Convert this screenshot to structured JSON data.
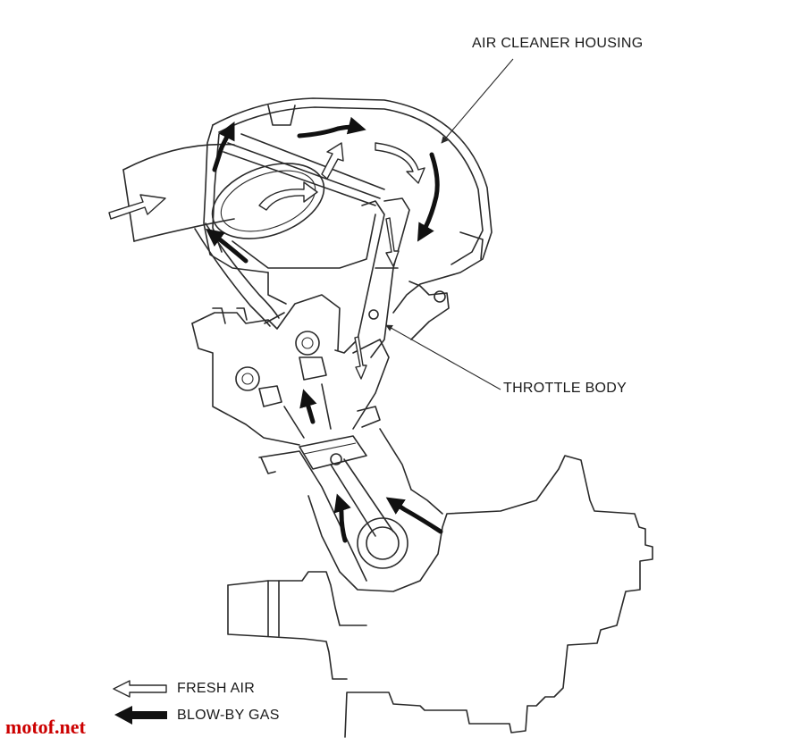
{
  "labels": {
    "air_cleaner_housing": "AIR CLEANER HOUSING",
    "throttle_body": "THROTTLE BODY"
  },
  "legend": {
    "fresh_air": "FRESH AIR",
    "blow_by_gas": "BLOW-BY GAS"
  },
  "watermark": "motof.net",
  "colors": {
    "line": "#2a2a2a",
    "blow_by_arrow": "#111111",
    "fresh_air_arrow_fill": "#ffffff",
    "watermark": "#cc0000",
    "background": "#ffffff"
  }
}
